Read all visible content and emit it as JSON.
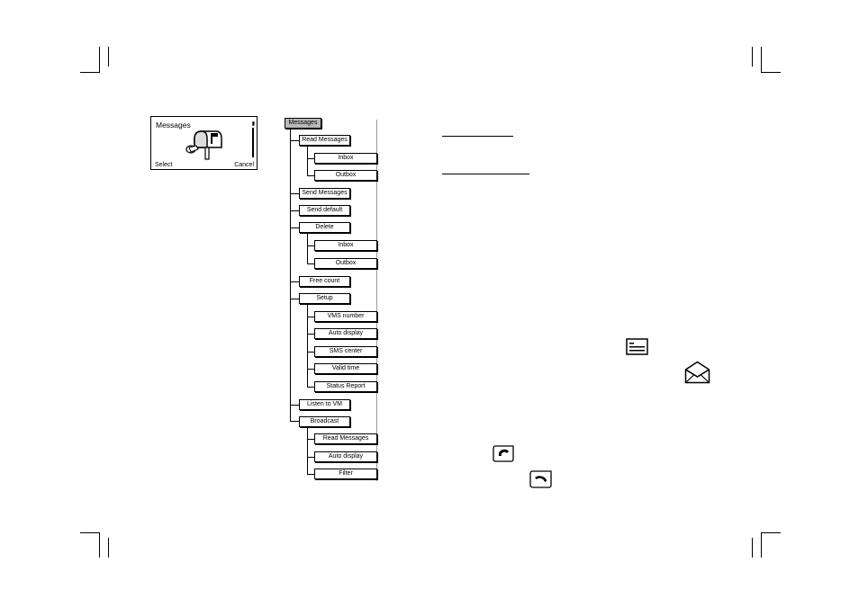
{
  "phone_screen": {
    "title": "Messages",
    "left_softkey": "Select",
    "right_softkey": "Cancel",
    "illustration_icon": "mailbox-icon"
  },
  "menu_tree": {
    "root": "Messages",
    "items": [
      {
        "label": "Read Messages",
        "children": [
          "Inbox",
          "Outbox"
        ]
      },
      {
        "label": "Send Messages",
        "children": []
      },
      {
        "label": "Send default",
        "children": []
      },
      {
        "label": "Delete",
        "children": [
          "Inbox",
          "Outbox"
        ]
      },
      {
        "label": "Free count",
        "children": []
      },
      {
        "label": "Setup",
        "children": [
          "VMS number",
          "Auto display",
          "SMS center",
          "Valid time",
          "Status Report"
        ]
      },
      {
        "label": "Listen to VM",
        "children": []
      },
      {
        "label": "Broadcast",
        "children": [
          "Read Messages",
          "Auto display",
          "Filter"
        ]
      }
    ]
  },
  "icons": [
    "message-list-icon",
    "open-envelope-icon",
    "send-key-icon",
    "end-key-icon"
  ]
}
